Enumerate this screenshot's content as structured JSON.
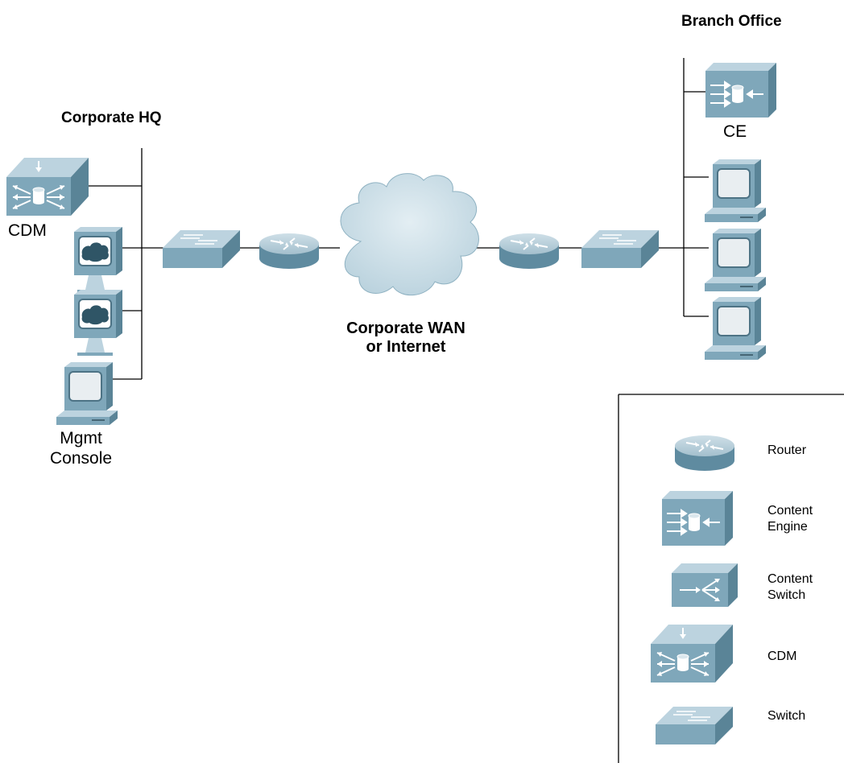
{
  "hq": {
    "title": "Corporate HQ",
    "cdm_label": "CDM",
    "console_label_1": "Mgmt",
    "console_label_2": "Console"
  },
  "branch": {
    "title": "Branch Office",
    "ce_label": "CE"
  },
  "wan": {
    "line1": "Corporate WAN",
    "line2": "or Internet"
  },
  "legend": {
    "router": "Router",
    "content_engine_1": "Content",
    "content_engine_2": "Engine",
    "content_switch_1": "Content",
    "content_switch_2": "Switch",
    "cdm": "CDM",
    "switch": "Switch"
  },
  "colors": {
    "device_front": "#7fa7ba",
    "device_top": "#bcd3df",
    "device_side": "#5a8497",
    "cloud": "#c9dde6",
    "line": "#000000"
  }
}
